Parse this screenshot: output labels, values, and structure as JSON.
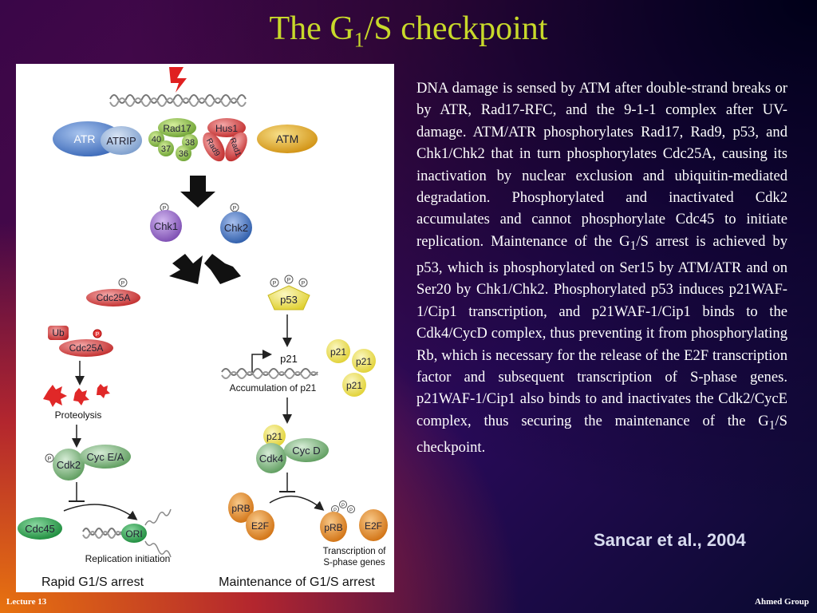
{
  "slide": {
    "title_main": "The G",
    "title_sub": "1",
    "title_rest": "/S checkpoint",
    "body_paragraph_1": "DNA damage is sensed by ATM after double-strand breaks or by ATR, Rad17-RFC, and the 9-1-1 complex after UV-damage. ATM/ATR phosphorylates Rad17, Rad9, p53, and Chk1/Chk2 that in turn phosphorylates Cdc25A, causing its inactivation by nuclear exclusion and ubiquitin-mediated degradation. Phosphorylated and inactivated Cdk2 accumulates and cannot phosphorylate Cdc45 to initiate replication. Maintenance of the G",
    "body_sub_1": "1",
    "body_paragraph_2": "/S arrest is achieved by p53, which is phosphorylated on Ser15 by ATM/ATR and on Ser20 by Chk1/Chk2. Phosphorylated p53 induces p21WAF-1/Cip1 transcription, and p21WAF-1/Cip1 binds to the Cdk4/CycD complex, thus preventing it from phosphorylating Rb, which is necessary for the release of the E2F transcription factor and subsequent transcription of S-phase genes. p21WAF-1/Cip1 also binds to and inactivates the Cdk2/CycE complex, thus securing the maintenance of the G",
    "body_sub_2": "1",
    "body_paragraph_3": "/S checkpoint.",
    "citation": "Sancar et al., 2004",
    "footer_left": "Lecture 13",
    "footer_right": "Ahmed Group"
  },
  "figure": {
    "atr": "ATR",
    "atrip": "ATRIP",
    "rad17": "Rad17",
    "n40": "40",
    "n38": "38",
    "n37": "37",
    "n36": "36",
    "hus1": "Hus1",
    "rad9": "Rad9",
    "rad1": "Rad1",
    "atm": "ATM",
    "chk1": "Chk1",
    "chk2": "Chk2",
    "phospho": "P",
    "cdc25a": "Cdc25A",
    "ub": "Ub",
    "p53": "p53",
    "p21": "p21",
    "accumulation_p21": "Accumulation of p21",
    "proteolysis": "Proteolysis",
    "cdk2": "Cdk2",
    "cyc_ea": "Cyc E/A",
    "cdk4": "Cdk4",
    "cyc_d": "Cyc D",
    "cdc45": "Cdc45",
    "ori": "ORI",
    "replication_initiation": "Replication initiation",
    "prb": "pRB",
    "e2f": "E2F",
    "transcription_line1": "Transcription of",
    "transcription_line2": "S-phase genes",
    "rapid_arrest": "Rapid G1/S arrest",
    "maintenance_arrest": "Maintenance of G1/S arrest"
  },
  "colors": {
    "title": "#c8d92a",
    "atr_blue": "#4a7cc7",
    "green_complex": "#8fc24a",
    "hus_red": "#d84a4a",
    "atm_gold": "#e0a820",
    "chk1_purple": "#8a5cb8",
    "chk2_blue": "#3a6ab8",
    "cdc25a_red": "#d83a3a",
    "p53_yellow": "#f0e030",
    "p21_yellow": "#f0eb70",
    "cdk_green": "#5aa05a",
    "prb_orange": "#e08020",
    "cdc45_green": "#2a9a4a"
  }
}
